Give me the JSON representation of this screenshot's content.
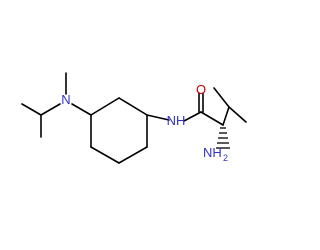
{
  "molecule": {
    "atoms": {
      "n_amine": {
        "text": "N",
        "color": "#3333cc"
      },
      "nh_amide": {
        "text": "NH",
        "color": "#3333cc"
      },
      "o_carbonyl": {
        "text": "O",
        "color": "#cc0000"
      },
      "nh2_main": {
        "text": "NH",
        "color": "#3333cc"
      },
      "nh2_sub": {
        "text": "2",
        "color": "#3333cc"
      }
    },
    "bond_color": "#000000"
  }
}
